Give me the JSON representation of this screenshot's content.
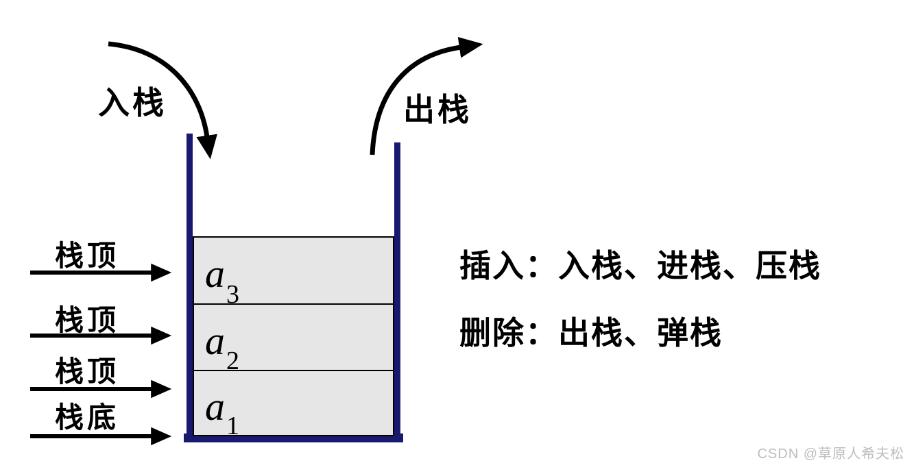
{
  "diagram": {
    "title_hint": "stack-structure-diagram",
    "push_arrow_label": "入栈",
    "pop_arrow_label": "出栈",
    "stack": {
      "cells": [
        {
          "base": "a",
          "sub": "3"
        },
        {
          "base": "a",
          "sub": "2"
        },
        {
          "base": "a",
          "sub": "1"
        }
      ]
    },
    "pointers": [
      {
        "label": "栈顶"
      },
      {
        "label": "栈顶"
      },
      {
        "label": "栈顶"
      },
      {
        "label": "栈底"
      }
    ],
    "notes": {
      "insert": "插入：入栈、进栈、压栈",
      "delete": "删除：出栈、弹栈"
    },
    "watermark": "CSDN @草原人希夫松",
    "colors": {
      "wall": "#191970",
      "cell_fill": "#e6e6e6",
      "ink": "#000000",
      "watermark_gray": "#bdbdbd"
    }
  }
}
